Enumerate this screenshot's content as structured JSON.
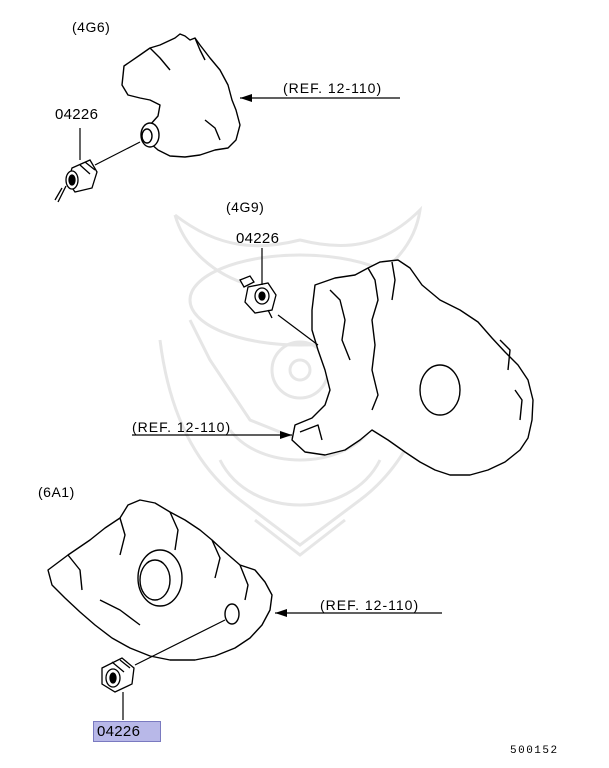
{
  "labels": {
    "group_4g6": "(4G6)",
    "group_4g9": "(4G9)",
    "group_6a1": "(6A1)",
    "part_top": "04226",
    "part_mid": "04226",
    "part_bottom": "04226",
    "ref_top": "(REF. 12-110)",
    "ref_mid": "(REF. 12-110)",
    "ref_bottom": "(REF. 12-110)",
    "drawing_code": "500152"
  },
  "colors": {
    "line": "#000000",
    "highlight": "#b8b8e8",
    "highlight_border": "#7a7ac0",
    "watermark": "#e6e6e6"
  },
  "icons": {
    "watermark": "samurai-helmet-watermark-icon"
  }
}
